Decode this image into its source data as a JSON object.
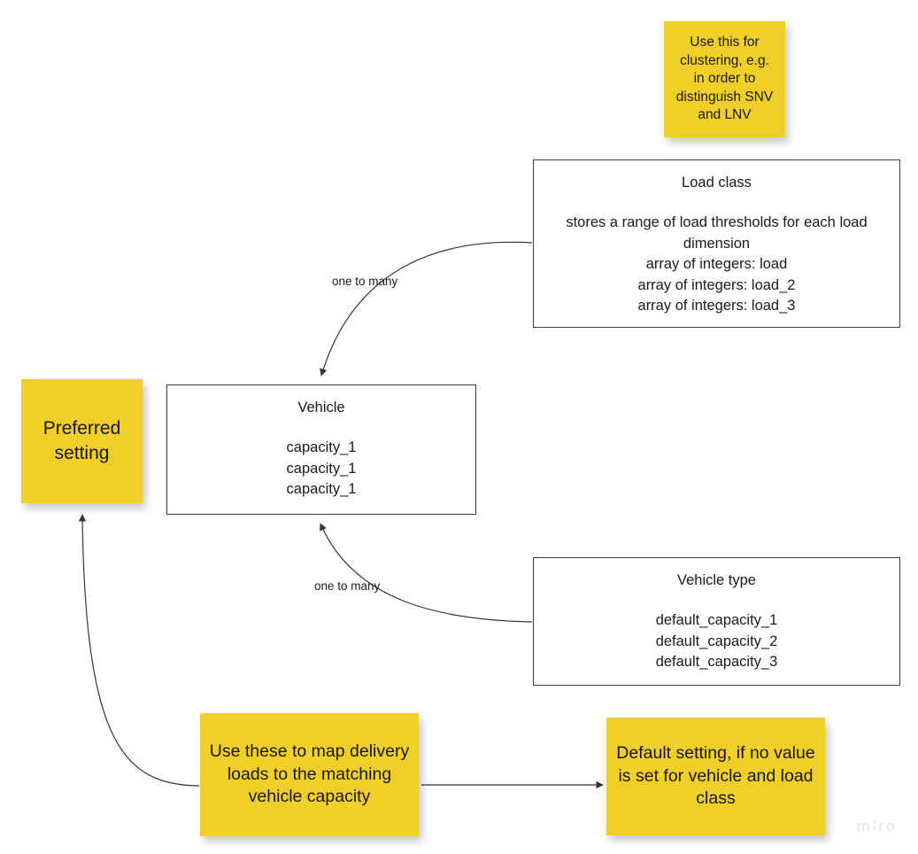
{
  "board": {
    "watermark": "miro",
    "background_color": "#ffffff",
    "sticky_color": "#F2CF28",
    "entity_border_color": "#3b3b3b",
    "connector_color": "#333333"
  },
  "entities": [
    {
      "id": "load-class",
      "title": "Load class",
      "attributes": [
        "stores a range of load thresholds for each load dimension",
        "array of integers: load",
        "array of integers: load_2",
        "array of integers: load_3"
      ]
    },
    {
      "id": "vehicle",
      "title": "Vehicle",
      "attributes": [
        "capacity_1",
        "capacity_1",
        "capacity_1"
      ]
    },
    {
      "id": "vehicle-type",
      "title": "Vehicle type",
      "attributes": [
        "default_capacity_1",
        "default_capacity_2",
        "default_capacity_3"
      ]
    }
  ],
  "sticky_notes": [
    {
      "id": "clustering",
      "text": "Use this for clustering, e.g. in order to distinguish SNV and LNV"
    },
    {
      "id": "preferred",
      "text": "Preferred setting"
    },
    {
      "id": "map-loads",
      "text": "Use these to map delivery loads to the matching vehicle capacity"
    },
    {
      "id": "default-setting",
      "text": "Default setting, if no value is set for vehicle and load class"
    }
  ],
  "connectors": [
    {
      "id": "load-class-to-vehicle",
      "label": "one to many",
      "from": "load-class",
      "to": "vehicle"
    },
    {
      "id": "vehicle-type-to-vehicle",
      "label": "one to many",
      "from": "vehicle-type",
      "to": "vehicle"
    },
    {
      "id": "map-loads-to-preferred",
      "label": "",
      "from": "map-loads",
      "to": "preferred"
    },
    {
      "id": "map-loads-to-default-setting",
      "label": "",
      "from": "map-loads",
      "to": "default-setting"
    }
  ]
}
